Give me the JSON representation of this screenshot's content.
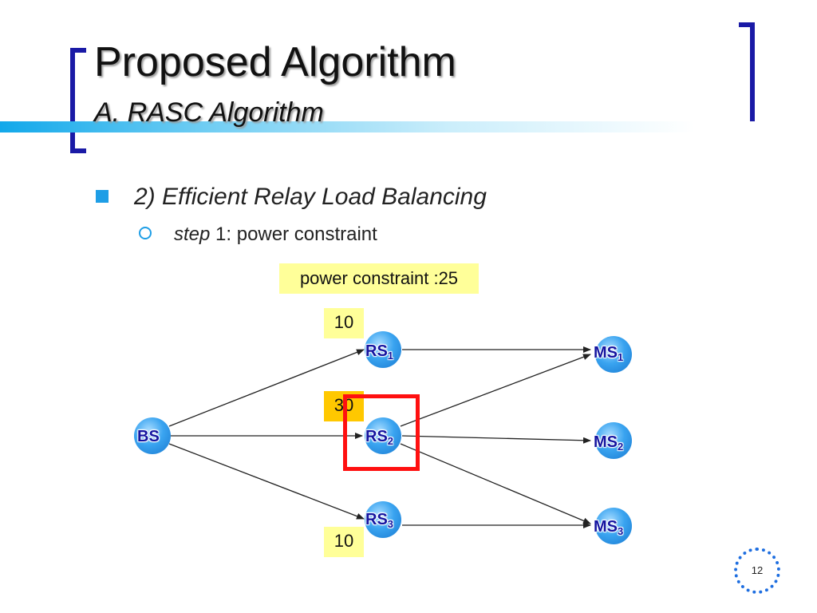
{
  "slide": {
    "title": "Proposed Algorithm",
    "subtitle": "A. RASC Algorithm",
    "bullet1": "2) Efficient Relay Load Balancing",
    "bullet2_italic": "step",
    "bullet2_rest": " 1: power constraint",
    "page_number": "12"
  },
  "diagram": {
    "constraint_label": "power constraint :25",
    "loads": {
      "rs1": "10",
      "rs2": "30",
      "rs3": "10"
    },
    "nodes": {
      "bs": {
        "label": "BS",
        "sub": ""
      },
      "rs1": {
        "label": "RS",
        "sub": "1"
      },
      "rs2": {
        "label": "RS",
        "sub": "2"
      },
      "rs3": {
        "label": "RS",
        "sub": "3"
      },
      "ms1": {
        "label": "MS",
        "sub": "1"
      },
      "ms2": {
        "label": "MS",
        "sub": "2"
      },
      "ms3": {
        "label": "MS",
        "sub": "3"
      }
    },
    "edges": [
      [
        "bs",
        "rs1"
      ],
      [
        "bs",
        "rs2"
      ],
      [
        "bs",
        "rs3"
      ],
      [
        "rs1",
        "ms1"
      ],
      [
        "rs2",
        "ms1"
      ],
      [
        "rs2",
        "ms2"
      ],
      [
        "rs2",
        "ms3"
      ],
      [
        "rs3",
        "ms3"
      ]
    ],
    "colors": {
      "node": "#3aa4f0",
      "highlight": "#ff1010",
      "load_box": "#ffff99",
      "load_box_highlight": "#ffc800"
    }
  }
}
